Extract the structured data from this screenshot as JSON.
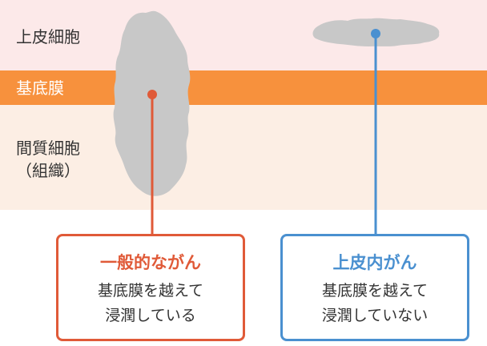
{
  "colors": {
    "epithelium_bg": "#FCE9E9",
    "basement_membrane_bg": "#F7913D",
    "stroma_bg": "#FCEEE4",
    "tumor_fill": "#C8C8C8",
    "invasive_accent": "#E05A38",
    "in_situ_accent": "#4A90D0"
  },
  "layers": {
    "epithelium": "上皮細胞",
    "basement_membrane": "基底膜",
    "stroma_line1": "間質細胞",
    "stroma_line2": "（組織）"
  },
  "callouts": {
    "invasive": {
      "title": "一般的ながん",
      "line1": "基底膜を越えて",
      "line2": "浸潤している"
    },
    "in_situ": {
      "title": "上皮内がん",
      "line1": "基底膜を越えて",
      "line2": "浸潤していない"
    }
  }
}
